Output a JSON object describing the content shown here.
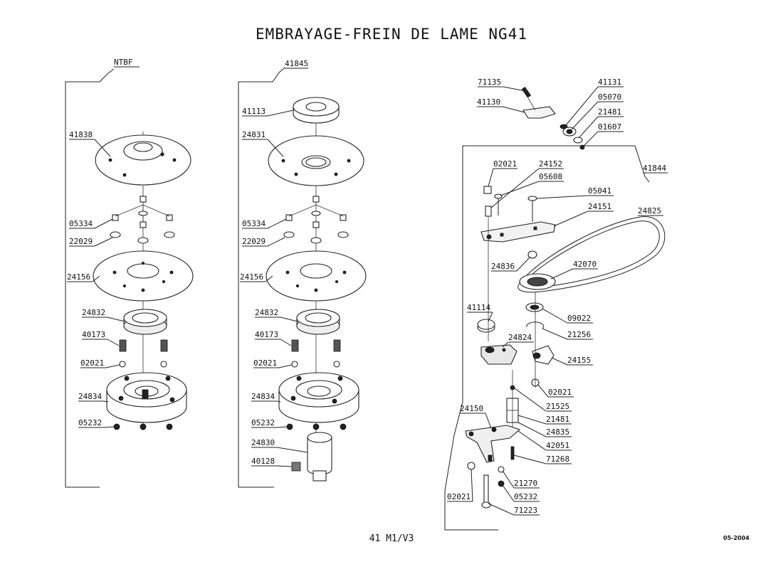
{
  "title": "EMBRAYAGE-FREIN DE LAME NG41",
  "footer": "41 M1/V3",
  "date_stamp": "05-2004",
  "group_labels": {
    "left": "NTBF",
    "middle": "41845",
    "right": "41844"
  },
  "left_labels": [
    "41838",
    "05334",
    "22029",
    "24156",
    "24832",
    "40173",
    "02021",
    "24834",
    "05232"
  ],
  "middle_labels": [
    "41113",
    "24831",
    "05334",
    "22029",
    "24156",
    "24832",
    "40173",
    "02021",
    "24834",
    "05232",
    "24830",
    "40128"
  ],
  "right_labels": [
    "71135",
    "41130",
    "41131",
    "05070",
    "21481",
    "01607",
    "02021",
    "24152",
    "05608",
    "05041",
    "24151",
    "24825",
    "24836",
    "42070",
    "41114",
    "09022",
    "21256",
    "24824",
    "24155",
    "02021",
    "21525",
    "24150",
    "21481",
    "24835",
    "42051",
    "71268",
    "21270",
    "02021",
    "05232",
    "71223"
  ]
}
